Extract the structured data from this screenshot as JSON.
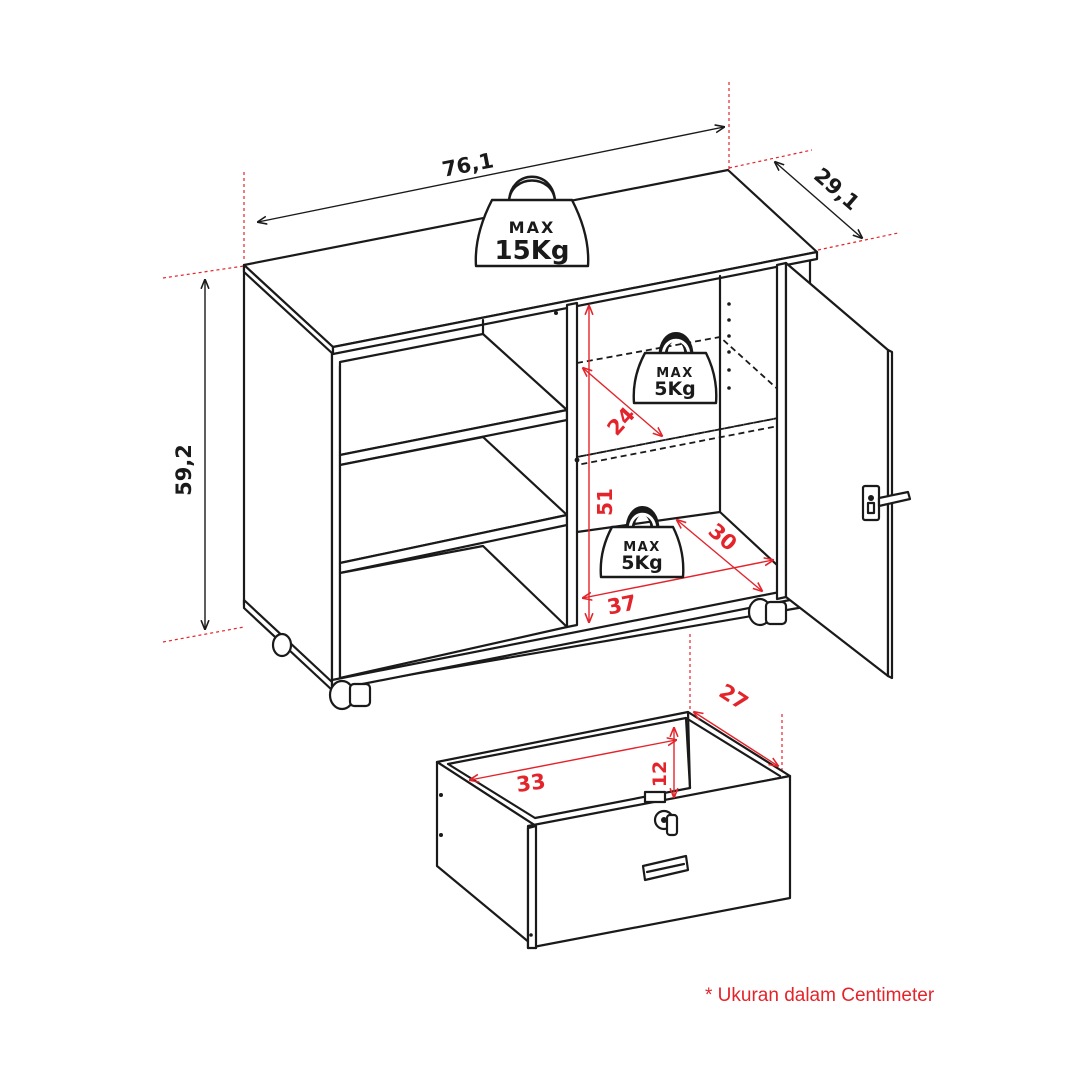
{
  "colors": {
    "accent": "#e3242b",
    "line": "#1a1a1a",
    "background": "#ffffff"
  },
  "dimensions": {
    "width": "76,1",
    "depth": "29,1",
    "height": "59,2",
    "inner_height": "51",
    "shelf_depth": "24",
    "inner_depth": "30",
    "inner_width": "37",
    "drawer_depth": "27",
    "drawer_width": "33",
    "drawer_height": "12"
  },
  "load_labels": {
    "top": {
      "max": "MAX",
      "weight": "15Kg"
    },
    "shelf": {
      "max": "MAX",
      "weight": "5Kg"
    },
    "bottom": {
      "max": "MAX",
      "weight": "5Kg"
    }
  },
  "note": "* Ukuran dalam Centimeter"
}
